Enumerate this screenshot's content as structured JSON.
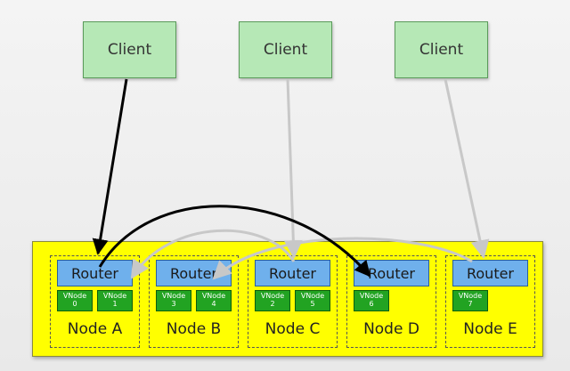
{
  "clients": [
    {
      "label": "Client"
    },
    {
      "label": "Client"
    },
    {
      "label": "Client"
    }
  ],
  "nodes": [
    {
      "label": "Node A",
      "router": "Router",
      "vnodes": [
        {
          "label": "VNode",
          "id": "0"
        },
        {
          "label": "VNode",
          "id": "1"
        }
      ]
    },
    {
      "label": "Node B",
      "router": "Router",
      "vnodes": [
        {
          "label": "VNode",
          "id": "3"
        },
        {
          "label": "VNode",
          "id": "4"
        }
      ]
    },
    {
      "label": "Node C",
      "router": "Router",
      "vnodes": [
        {
          "label": "VNode",
          "id": "2"
        },
        {
          "label": "VNode",
          "id": "5"
        }
      ]
    },
    {
      "label": "Node D",
      "router": "Router",
      "vnodes": [
        {
          "label": "VNode",
          "id": "6"
        }
      ]
    },
    {
      "label": "Node E",
      "router": "Router",
      "vnodes": [
        {
          "label": "VNode",
          "id": "7"
        }
      ]
    }
  ],
  "colors": {
    "client_fill": "#b6e8b6",
    "router_fill": "#6fb0ec",
    "vnode_fill": "#22a322",
    "cluster_fill": "#ffff00",
    "primary_arrow": "#000000",
    "secondary_arrow": "#c8c8c8"
  }
}
